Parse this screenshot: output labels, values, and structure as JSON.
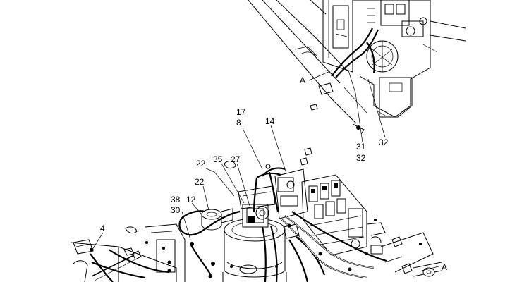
{
  "callouts": {
    "top_a": "A",
    "c31": "31",
    "c32_stack": "32",
    "c32_right": "32",
    "c17": "17",
    "c8": "8",
    "c14": "14",
    "c22_top": "22",
    "c35": "35",
    "c27": "27",
    "c22_left": "22",
    "c38": "38",
    "c12": "12",
    "c30": "30",
    "c4": "4",
    "bottom_a": "A"
  }
}
